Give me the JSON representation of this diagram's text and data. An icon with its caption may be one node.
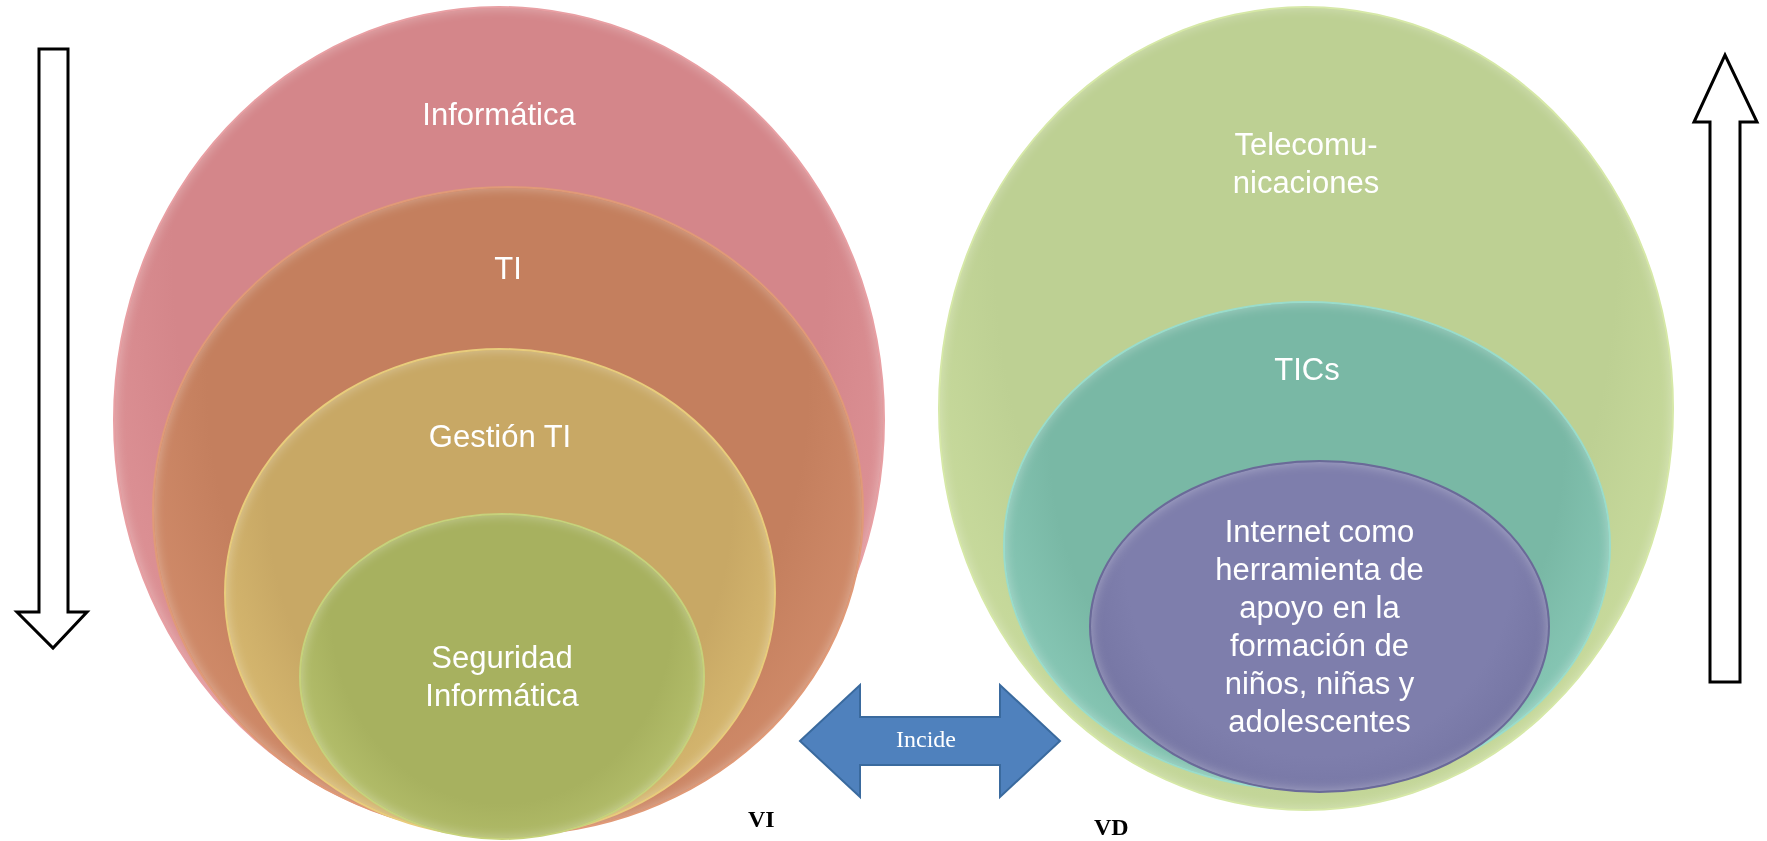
{
  "diagram": {
    "nodes": [
      {
        "text": [
          "Informática"
        ]
      },
      {
        "text": [
          "TI"
        ],
        "in": 0
      },
      {
        "text": [
          "Gestión TI"
        ],
        "in": 1
      },
      {
        "text": [
          "Seguridad Informática"
        ],
        "in": 2
      },
      {
        "text": [
          "Telecomu- nicaciones"
        ]
      },
      {
        "text": [
          "TICs"
        ],
        "in": 4
      },
      {
        "text": [
          "Internet como herramienta de apoyo en la formación de niños, niñas y adolescentes"
        ],
        "in": 5
      }
    ],
    "edges": [
      {
        "from": 0,
        "to": 4,
        "arrow": "both",
        "label": "Incide",
        "style": "thick"
      }
    ],
    "labels": [
      "VI",
      "VD"
    ]
  }
}
